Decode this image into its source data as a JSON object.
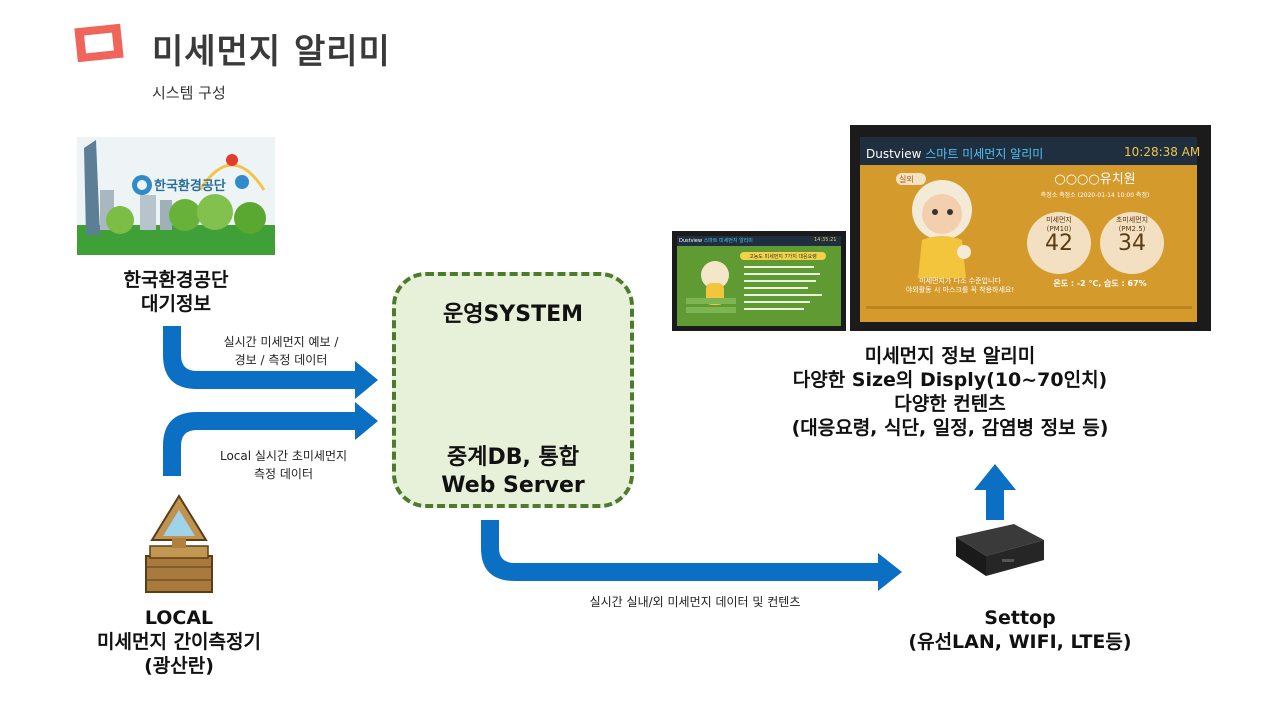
{
  "header": {
    "title": "미세먼지 알리미",
    "subtitle": "시스템 구성"
  },
  "source_kecoa": {
    "logo_text": "한국환경공단",
    "label_line1": "한국환경공단",
    "label_line2": "대기정보",
    "flow_label_line1": "실시간 미세먼지 예보 /",
    "flow_label_line2": "경보 / 측정 데이터"
  },
  "source_local": {
    "label_line1": "LOCAL",
    "label_line2": "미세먼지 간이측정기",
    "label_line3": "(광산란)",
    "flow_label_line1": "Local 실시간 초미세먼지",
    "flow_label_line2": "측정 데이터"
  },
  "center": {
    "title": "운영SYSTEM",
    "line1": "중계DB, 통합",
    "line2": "Web Server"
  },
  "output_flow": {
    "label": "실시간 실내/외 미세먼지 데이터 및 컨텐츠"
  },
  "settop": {
    "label_line1": "Settop",
    "label_line2": "(유선LAN, WIFI, LTE등)"
  },
  "display": {
    "label_line1": "미세먼지 정보 알리미",
    "label_line2": "다양한 Size의 Disply(10~70인치)",
    "label_line3": "다양한 컨텐츠",
    "label_line4": "(대응요령, 식단, 일정, 감염병 정보 등)",
    "screen_brand": "Dustview",
    "screen_title": "스마트 미세먼지 알리미",
    "screen_time": "10:28:38 AM",
    "screen_place": "○○○○유치원",
    "screen_station": "측정소 측정소 (2020-01-14 10:00 측정)",
    "screen_badge": "실외",
    "pm10_label": "미세먼지",
    "pm10_unit": "(PM10)",
    "pm10_value": "42",
    "pm25_label": "초미세먼지",
    "pm25_unit": "(PM2.5)",
    "pm25_value": "34",
    "screen_msg1": "미세먼지가 다소 수준입니다",
    "screen_msg2": "야외활동 시 마스크를 꼭 착용하세요!",
    "screen_weather": "온도 : -2 ℃, 습도 : 67%",
    "small_screen_brand": "Dustview",
    "small_screen_title": "스마트 미세먼지 알리미",
    "small_screen_time": "14:35:21",
    "small_screen_heading": "고농도 미세먼지 7가지 대응요령"
  },
  "colors": {
    "arrow": "#0b6fc4",
    "accent": "#f0655a",
    "center_border": "#4e7a2e",
    "center_fill": "#e7f1da",
    "screen_bg": "#d49a2c",
    "small_screen_bg": "#5f9a33"
  }
}
